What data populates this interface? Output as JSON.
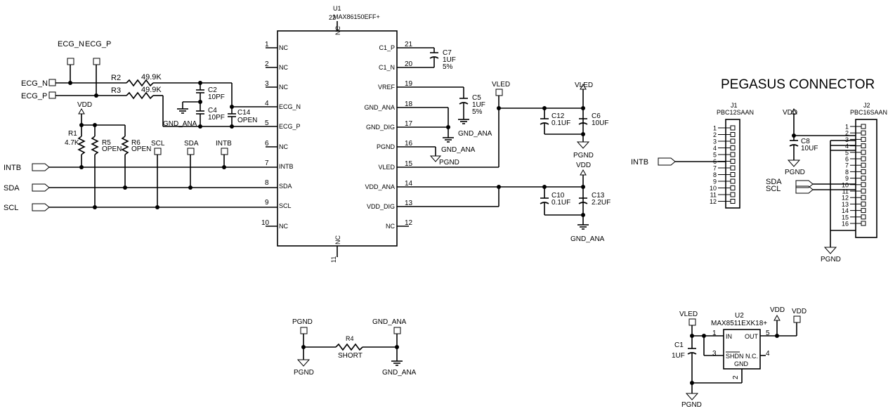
{
  "u1": {
    "ref": "U1",
    "part": "MAX86150EFF+",
    "pin22": "22",
    "pin11": "11",
    "nc_top": "NC",
    "nc_bottom": "NC",
    "left_pins": [
      {
        "num": "1",
        "name": "NC"
      },
      {
        "num": "2",
        "name": "NC"
      },
      {
        "num": "3",
        "name": "NC"
      },
      {
        "num": "4",
        "name": "ECG_N"
      },
      {
        "num": "5",
        "name": "ECG_P"
      },
      {
        "num": "6",
        "name": "NC"
      },
      {
        "num": "7",
        "name": "INTB"
      },
      {
        "num": "8",
        "name": "SDA"
      },
      {
        "num": "9",
        "name": "SCL"
      },
      {
        "num": "10",
        "name": "NC"
      }
    ],
    "right_pins": [
      {
        "num": "21",
        "name": "C1_P"
      },
      {
        "num": "20",
        "name": "C1_N"
      },
      {
        "num": "19",
        "name": "VREF"
      },
      {
        "num": "18",
        "name": "GND_ANA"
      },
      {
        "num": "17",
        "name": "GND_DIG"
      },
      {
        "num": "16",
        "name": "PGND"
      },
      {
        "num": "15",
        "name": "VLED"
      },
      {
        "num": "14",
        "name": "VDD_ANA"
      },
      {
        "num": "13",
        "name": "VDD_DIG"
      },
      {
        "num": "12",
        "name": "NC"
      }
    ]
  },
  "ports": {
    "ecg_n": "ECG_N",
    "ecg_p": "ECG_P",
    "intb": "INTB",
    "sda": "SDA",
    "scl": "SCL",
    "intb_j1": "INTB",
    "sda_j2": "SDA",
    "scl_j2": "SCL"
  },
  "testpoints": {
    "ecg_n": "ECG_N",
    "ecg_p": "ECG_P",
    "scl": "SCL",
    "sda": "SDA",
    "intb": "INTB",
    "vled1": "VLED",
    "vled2": "VLED",
    "vdd_u2": "VDD"
  },
  "power": {
    "vdd_left": "VDD",
    "vled_c6": "VLED",
    "vdd_c13": "VDD",
    "vdd_j2": "VDD",
    "vled_u2": "VLED",
    "vdd_u2": "VDD"
  },
  "grounds": {
    "gnd_ana_c2": "GND_ANA",
    "gnd_ana_17": "GND_ANA",
    "pgnd_16": "PGND",
    "gnd_ana_c5": "GND_ANA",
    "pgnd_16b": "PGND",
    "pgnd_c6": "PGND",
    "gnd_ana_c13": "GND_ANA",
    "pgnd_j2": "PGND",
    "pgnd_c8": "PGND",
    "pgnd_r4_top": "PGND",
    "pgnd_r4": "PGND",
    "gnd_ana_r4_top": "GND_ANA",
    "gnd_ana_r4": "GND_ANA",
    "pgnd_u2": "PGND"
  },
  "components": {
    "r1": {
      "ref": "R1",
      "value": "4.7K"
    },
    "r2": {
      "ref": "R2",
      "value": "49.9K"
    },
    "r3": {
      "ref": "R3",
      "value": "49.9K"
    },
    "r4": {
      "ref": "R4",
      "value": "SHORT"
    },
    "r5": {
      "ref": "R5",
      "value": "OPEN"
    },
    "r6": {
      "ref": "R6",
      "value": "OPEN"
    },
    "c1": {
      "ref": "C1",
      "value": "1UF"
    },
    "c2": {
      "ref": "C2",
      "value": "10PF"
    },
    "c4": {
      "ref": "C4",
      "value": "10PF"
    },
    "c5": {
      "ref": "C5",
      "value": "1UF",
      "tol": "5%"
    },
    "c6": {
      "ref": "C6",
      "value": "10UF"
    },
    "c7": {
      "ref": "C7",
      "value": "1UF",
      "tol": "5%"
    },
    "c8": {
      "ref": "C8",
      "value": "10UF"
    },
    "c10": {
      "ref": "C10",
      "value": "0.1UF"
    },
    "c12": {
      "ref": "C12",
      "value": "0.1UF"
    },
    "c13": {
      "ref": "C13",
      "value": "2.2UF"
    },
    "c14": {
      "ref": "C14",
      "value": "OPEN"
    }
  },
  "connector": {
    "title": "PEGASUS CONNECTOR",
    "j1": {
      "ref": "J1",
      "part": "PBC12SAAN",
      "pins": [
        "1",
        "2",
        "3",
        "4",
        "5",
        "6",
        "7",
        "8",
        "9",
        "10",
        "11",
        "12"
      ]
    },
    "j2": {
      "ref": "J2",
      "part": "PBC16SAAN",
      "pins": [
        "1",
        "2",
        "3",
        "4",
        "5",
        "6",
        "7",
        "8",
        "9",
        "10",
        "11",
        "12",
        "13",
        "14",
        "15",
        "16"
      ]
    }
  },
  "u2": {
    "ref": "U2",
    "part": "MAX8511EXK18+",
    "pins": {
      "in_num": "1",
      "in": "IN",
      "out_num": "5",
      "out": "OUT",
      "shdn_num": "3",
      "shdn": "SHDN",
      "nc_num": "4",
      "nc": "N.C.",
      "gnd_num": "2",
      "gnd": "GND"
    }
  }
}
